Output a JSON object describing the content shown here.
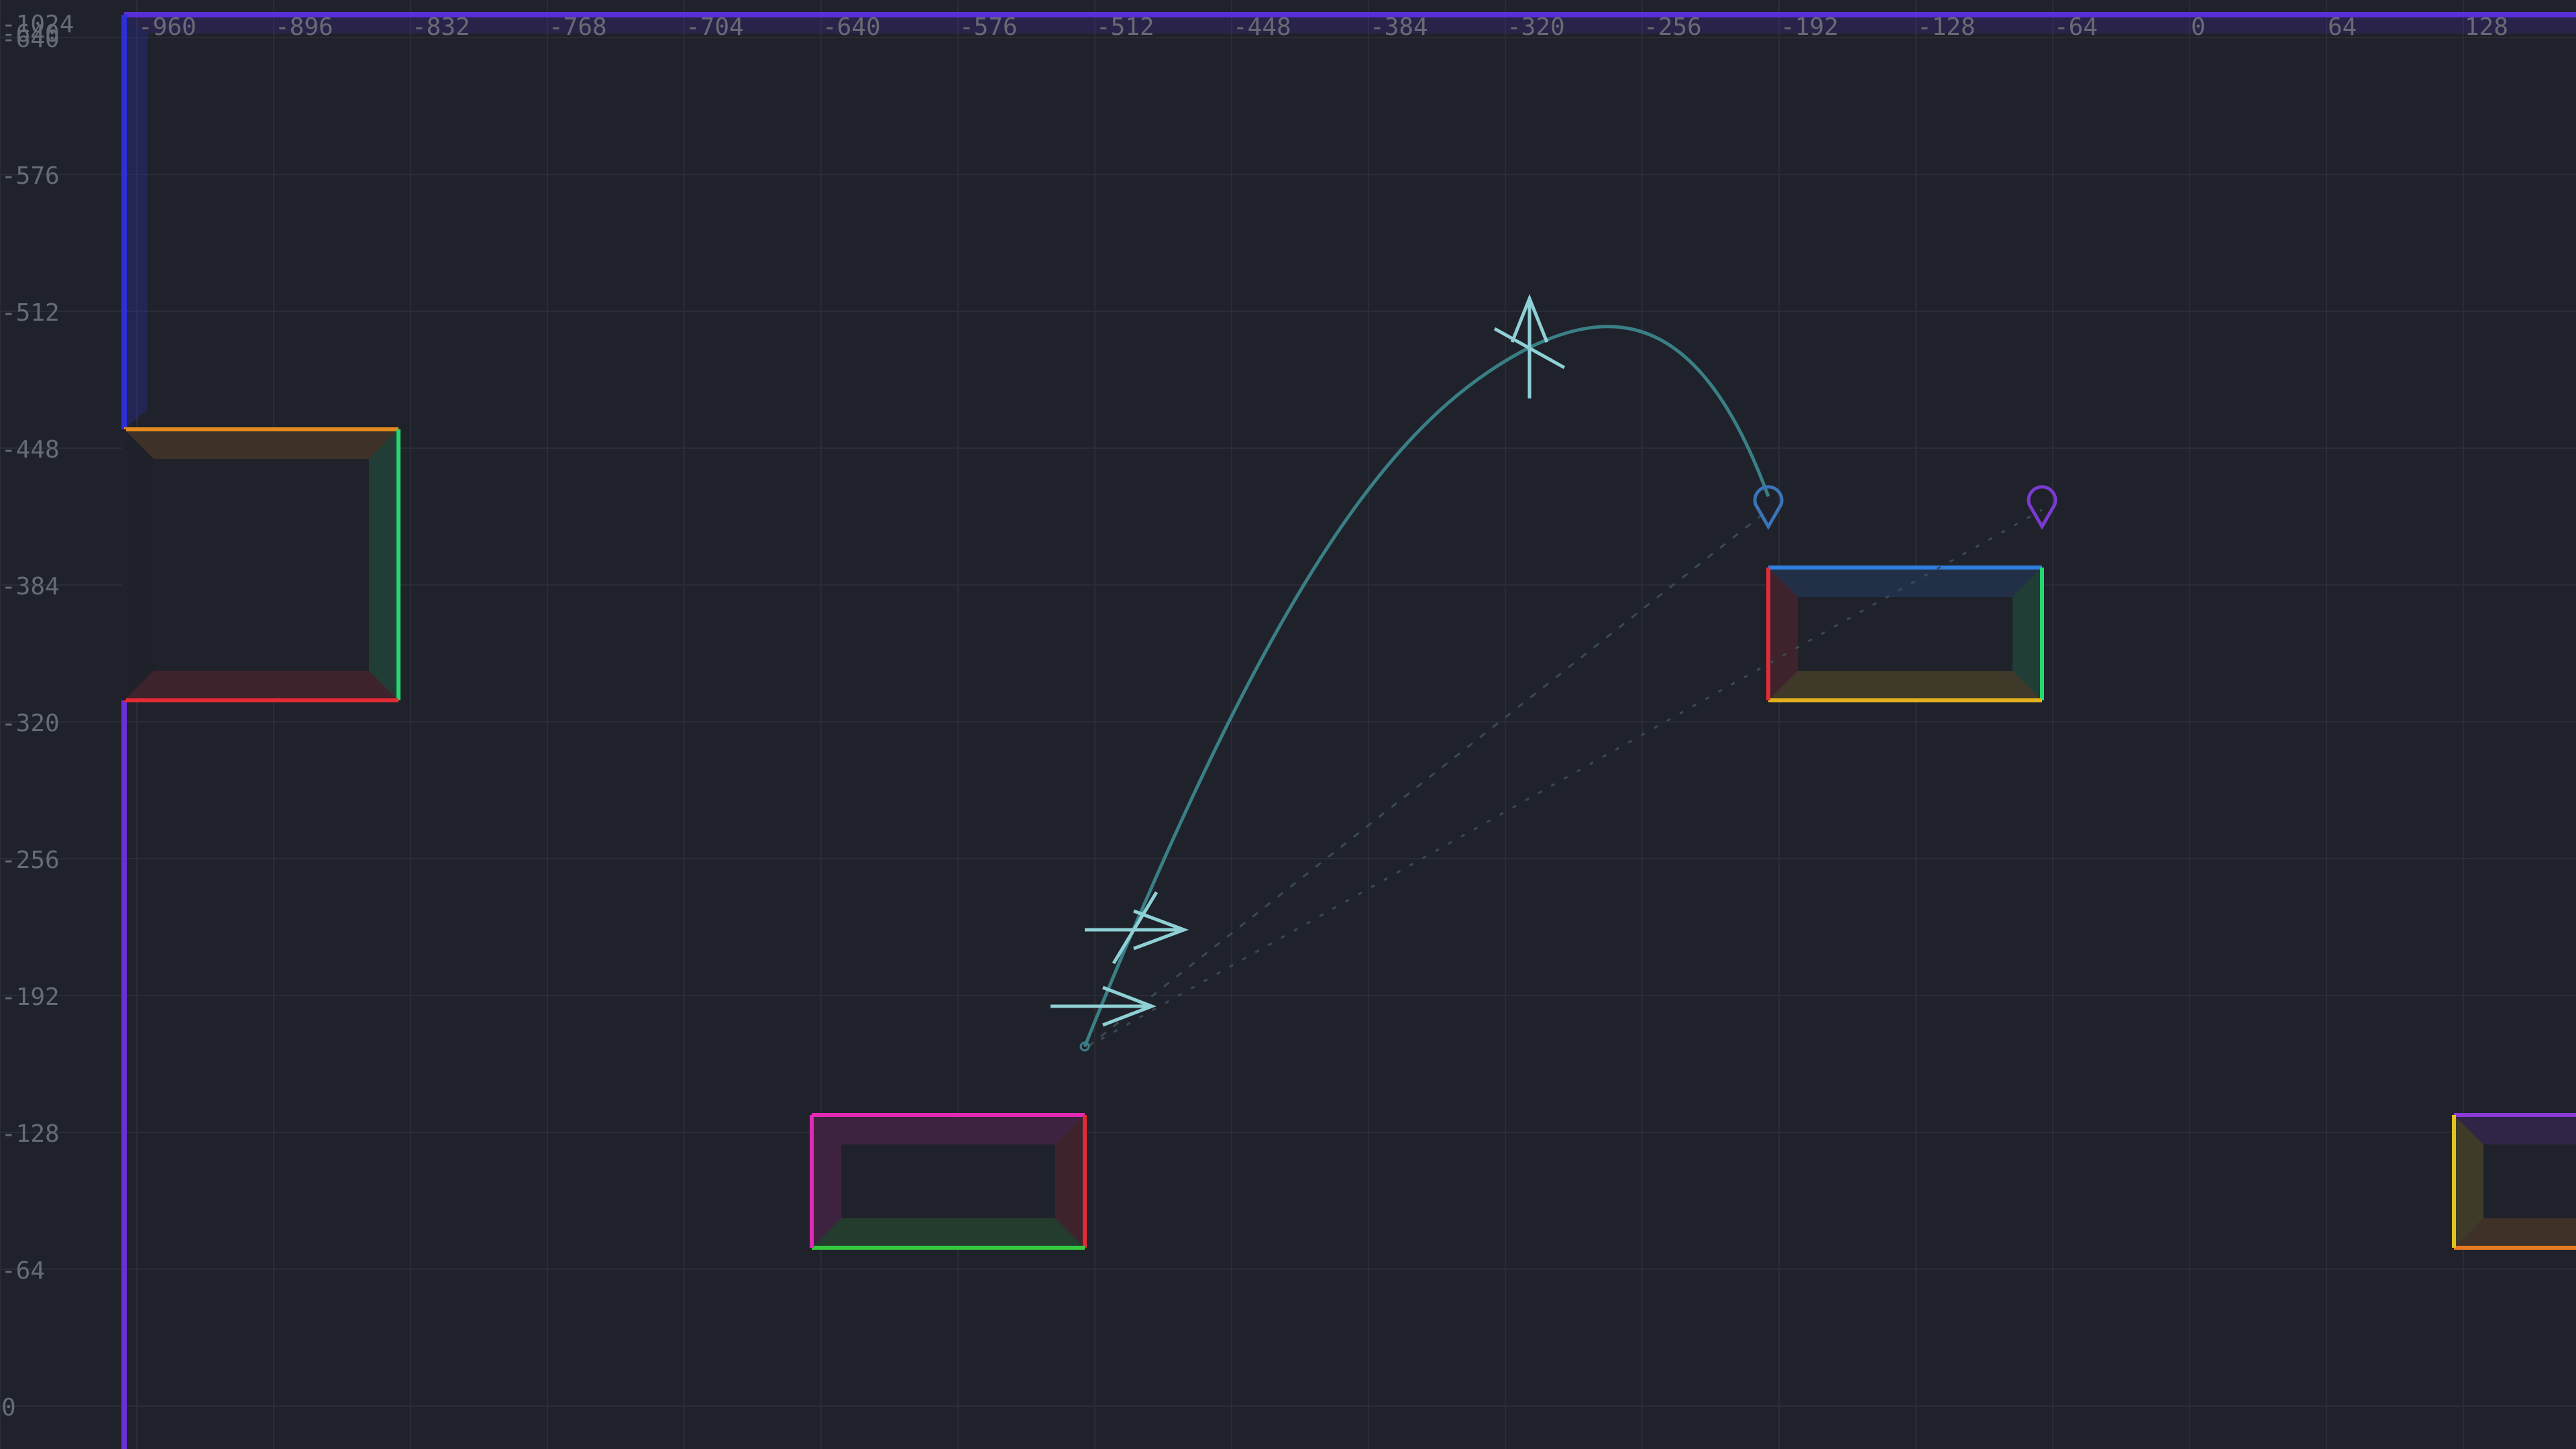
{
  "editor": {
    "background": "#1f222a",
    "grid_color": "#2a2d35",
    "ruler_label_color": "#676b73",
    "grid_step_units": 64
  },
  "rulers": {
    "x_ticks": [
      "-960",
      "-896",
      "-832",
      "-768",
      "-704",
      "-640",
      "-576",
      "-512",
      "-448",
      "-384",
      "-320",
      "-256",
      "-192",
      "-128",
      "-64",
      "0",
      "64",
      "128"
    ],
    "y_ticks": [
      "-640",
      "-576",
      "-512",
      "-448",
      "-384",
      "-320",
      "-256",
      "-192",
      "-128",
      "-64",
      "0"
    ],
    "corner_labels": [
      "-1024",
      "-640"
    ]
  },
  "tiles": [
    {
      "name": "wall-left-tile",
      "colors": {
        "top": "#e38a1e",
        "right": "#27d670",
        "bottom": "#e32b35",
        "left": "#1f222a"
      }
    },
    {
      "name": "floating-tile-right",
      "colors": {
        "top": "#2f7fe0",
        "right": "#27d670",
        "bottom": "#e2b21e",
        "left": "#e32b35"
      }
    },
    {
      "name": "floor-tile-magenta",
      "colors": {
        "top": "#e02ab4",
        "right": "#e32b35",
        "bottom": "#35c940",
        "left": "#e02ab4"
      }
    },
    {
      "name": "floor-tile-edge",
      "colors": {
        "top": "#8a3ad8",
        "right": "#1f222a",
        "bottom": "#e87a22",
        "left": "#e2c21e"
      }
    }
  ],
  "wall_line_colors": {
    "top": "#5a2fd8",
    "left_upper": "#2f2fd8",
    "left_lower": "#6a2fd8"
  },
  "trajectory": {
    "curve_color": "#3a7f86",
    "arrow_color": "#8fd0d6",
    "path_icons": [
      "velocity-arrow-icon",
      "velocity-arrow-icon",
      "apex-arrow-icon",
      "end-marker-icon",
      "target-marker-icon"
    ],
    "end_marker_color": "#3a74b8",
    "target_marker_color": "#7a3ad0"
  }
}
